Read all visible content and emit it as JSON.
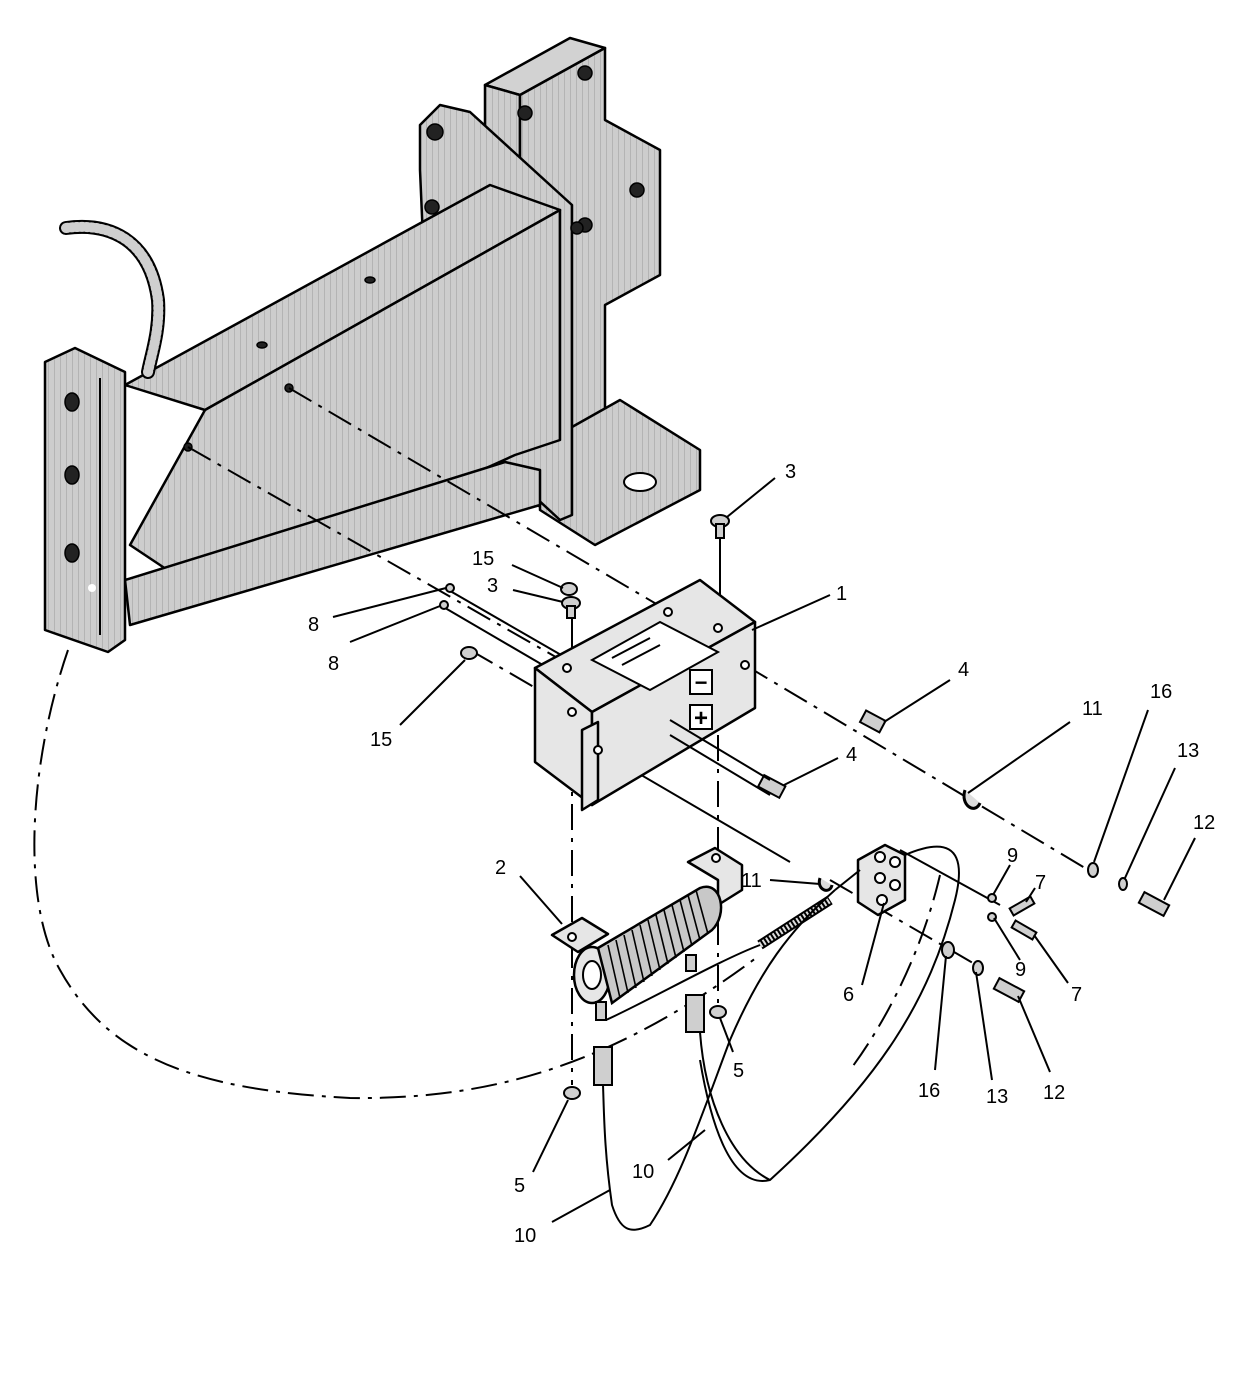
{
  "callouts": {
    "c1": "1",
    "c2": "2",
    "c3a": "3",
    "c3b": "3",
    "c4a": "4",
    "c4b": "4",
    "c5a": "5",
    "c5b": "5",
    "c6": "6",
    "c7a": "7",
    "c7b": "7",
    "c8a": "8",
    "c8b": "8",
    "c9a": "9",
    "c9b": "9",
    "c10a": "10",
    "c10b": "10",
    "c11a": "11",
    "c11b": "11",
    "c12a": "12",
    "c12b": "12",
    "c13a": "13",
    "c13b": "13",
    "c15a": "15",
    "c15b": "15",
    "c16a": "16",
    "c16b": "16"
  },
  "box_labels": {
    "minus": "−",
    "plus": "+"
  }
}
